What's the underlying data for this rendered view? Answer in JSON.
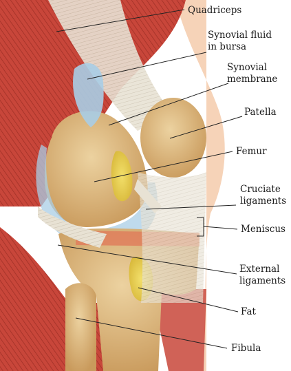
{
  "labels": {
    "quadriceps": "Quadriceps",
    "synovial_fluid_1": "Synovial fluid",
    "synovial_fluid_2": "in bursa",
    "synovial_membrane_1": "Synovial",
    "synovial_membrane_2": "membrane",
    "patella": "Patella",
    "femur": "Femur",
    "cruciate_1": "Cruciate",
    "cruciate_2": "ligaments",
    "meniscus": "Meniscus",
    "external_1": "External",
    "external_2": "ligaments",
    "fat": "Fat",
    "fibula": "Fibula"
  },
  "colors": {
    "muscle": "#c8463a",
    "muscle_light": "#d8685a",
    "bone": "#d9b27a",
    "bone_light": "#ecd2a0",
    "ligament": "#e8e2d4",
    "synovial": "#a9cde6",
    "fat": "#e8cf4a",
    "skin": "#f6d3b8",
    "leader": "#222222"
  }
}
